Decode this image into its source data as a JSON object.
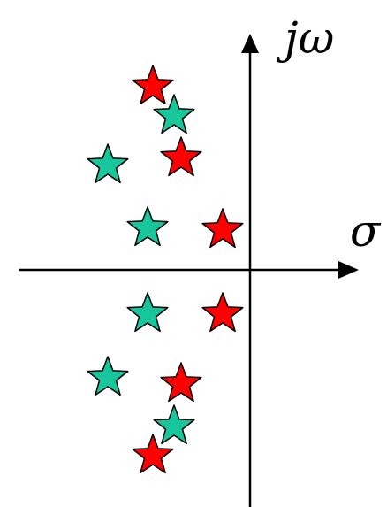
{
  "axes": {
    "imag_label": "jω",
    "real_label": "σ"
  },
  "colors": {
    "axis": "#000000",
    "star_red": "#ff0000",
    "star_teal": "#17c69a",
    "star_stroke": "#000000"
  },
  "stars": [
    {
      "kind": "red",
      "name": "red-star-1"
    },
    {
      "kind": "teal",
      "name": "teal-star-1"
    },
    {
      "kind": "red",
      "name": "red-star-2"
    },
    {
      "kind": "teal",
      "name": "teal-star-2"
    },
    {
      "kind": "teal",
      "name": "teal-star-3"
    },
    {
      "kind": "red",
      "name": "red-star-3"
    },
    {
      "kind": "teal",
      "name": "teal-star-4"
    },
    {
      "kind": "red",
      "name": "red-star-4"
    },
    {
      "kind": "teal",
      "name": "teal-star-5"
    },
    {
      "kind": "red",
      "name": "red-star-5"
    },
    {
      "kind": "teal",
      "name": "teal-star-6"
    },
    {
      "kind": "red",
      "name": "red-star-6"
    }
  ]
}
